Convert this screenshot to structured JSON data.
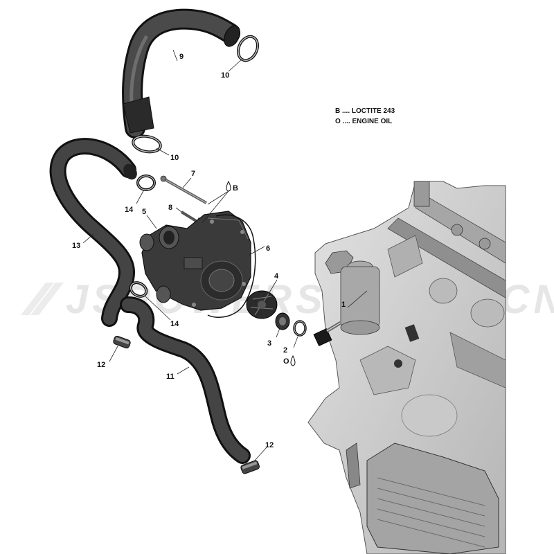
{
  "legend": [
    {
      "key": "B",
      "text": "B .... LOCTITE 243"
    },
    {
      "key": "O",
      "text": "O .... ENGINE OIL"
    }
  ],
  "callouts": [
    {
      "id": "c1",
      "text": "1"
    },
    {
      "id": "c2",
      "text": "2"
    },
    {
      "id": "c2o",
      "text": "O"
    },
    {
      "id": "c3",
      "text": "3"
    },
    {
      "id": "c4",
      "text": "4"
    },
    {
      "id": "c5",
      "text": "5"
    },
    {
      "id": "c6",
      "text": "6"
    },
    {
      "id": "c7",
      "text": "7"
    },
    {
      "id": "c7b",
      "text": "B"
    },
    {
      "id": "c8",
      "text": "8"
    },
    {
      "id": "c9",
      "text": "9"
    },
    {
      "id": "c10a",
      "text": "10"
    },
    {
      "id": "c10b",
      "text": "10"
    },
    {
      "id": "c11",
      "text": "11"
    },
    {
      "id": "c12a",
      "text": "12"
    },
    {
      "id": "c12b",
      "text": "12"
    },
    {
      "id": "c13",
      "text": "13"
    },
    {
      "id": "c14a",
      "text": "14"
    },
    {
      "id": "c14b",
      "text": "14"
    }
  ],
  "watermark": "JSPOWERSPORTS.CN",
  "colors": {
    "hose": "#2b2b2b",
    "engine": "#cfcfcf",
    "engine_dark": "#8a8a8a",
    "outline": "#111111",
    "watermark": "#e6e6e6"
  }
}
